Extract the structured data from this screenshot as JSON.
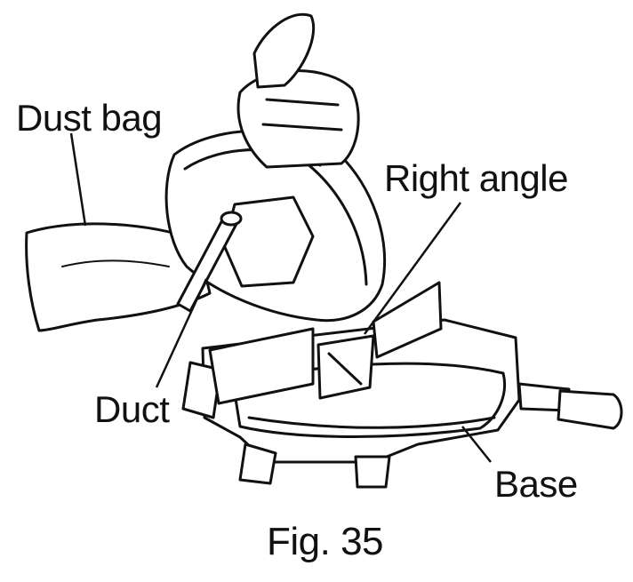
{
  "labels": {
    "dust_bag": "Dust bag",
    "right_angle": "Right angle",
    "duct": "Duct",
    "base": "Base"
  },
  "caption": "Fig. 35",
  "colors": {
    "ink": "#111111",
    "paper": "#ffffff"
  }
}
